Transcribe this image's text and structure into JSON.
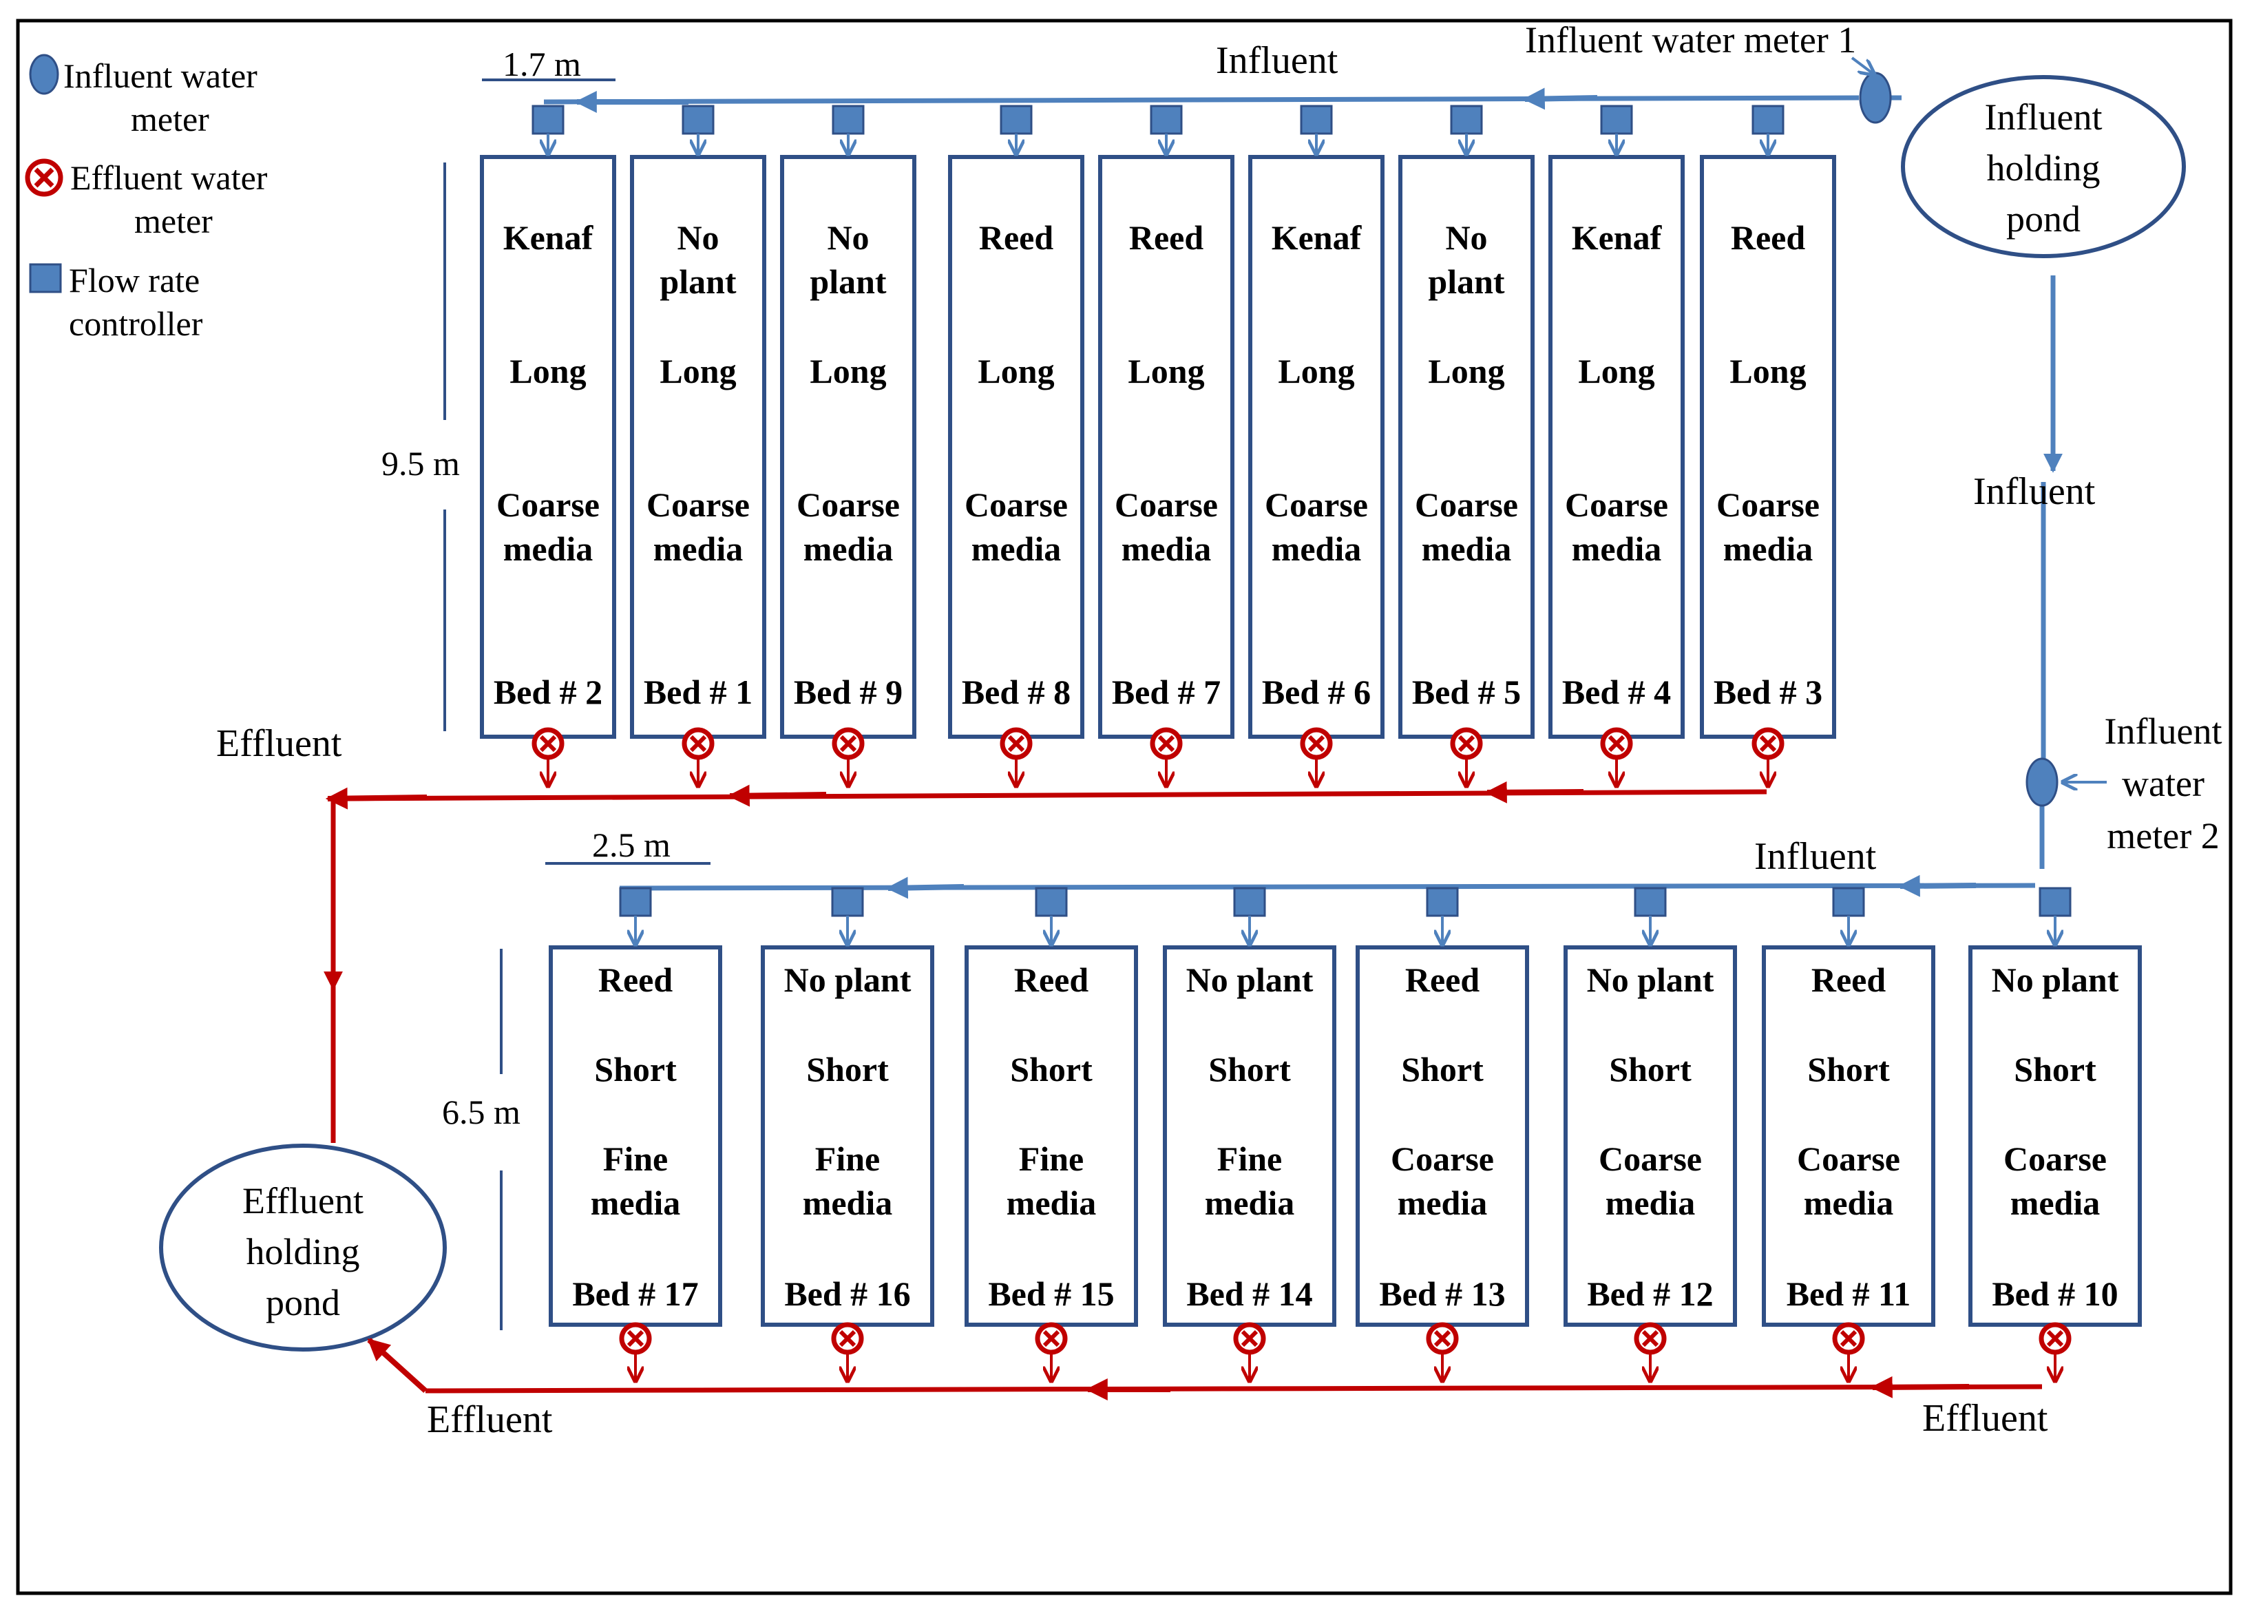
{
  "legend": {
    "influent_meter_lines": [
      "Influent water",
      "meter"
    ],
    "effluent_meter_lines": [
      "Effluent water",
      "meter"
    ],
    "flow_controller_lines": [
      "Flow rate",
      "controller"
    ]
  },
  "labels": {
    "influent": "Influent",
    "effluent": "Effluent",
    "influent_meter_1": "Influent water meter 1",
    "influent_meter_2_lines": [
      "Influent",
      "water",
      "meter 2"
    ],
    "influent_pond_lines": [
      "Influent",
      "holding",
      "pond"
    ],
    "effluent_pond_lines": [
      "Effluent",
      "holding",
      "pond"
    ],
    "dim_top_width": "1.7 m",
    "dim_top_length": "9.5 m",
    "dim_bottom_width": "2.5 m",
    "dim_bottom_length": "6.5 m"
  },
  "top_beds": [
    {
      "plant_lines": [
        "Kenaf"
      ],
      "length": "Long",
      "media_lines": [
        "Coarse",
        "media"
      ],
      "bed": "Bed # 2"
    },
    {
      "plant_lines": [
        "No",
        "plant"
      ],
      "length": "Long",
      "media_lines": [
        "Coarse",
        "media"
      ],
      "bed": "Bed # 1"
    },
    {
      "plant_lines": [
        "No",
        "plant"
      ],
      "length": "Long",
      "media_lines": [
        "Coarse",
        "media"
      ],
      "bed": "Bed # 9"
    },
    {
      "plant_lines": [
        "Reed"
      ],
      "length": "Long",
      "media_lines": [
        "Coarse",
        "media"
      ],
      "bed": "Bed # 8"
    },
    {
      "plant_lines": [
        "Reed"
      ],
      "length": "Long",
      "media_lines": [
        "Coarse",
        "media"
      ],
      "bed": "Bed # 7"
    },
    {
      "plant_lines": [
        "Kenaf"
      ],
      "length": "Long",
      "media_lines": [
        "Coarse",
        "media"
      ],
      "bed": "Bed # 6"
    },
    {
      "plant_lines": [
        "No",
        "plant"
      ],
      "length": "Long",
      "media_lines": [
        "Coarse",
        "media"
      ],
      "bed": "Bed # 5"
    },
    {
      "plant_lines": [
        "Kenaf"
      ],
      "length": "Long",
      "media_lines": [
        "Coarse",
        "media"
      ],
      "bed": "Bed # 4"
    },
    {
      "plant_lines": [
        "Reed"
      ],
      "length": "Long",
      "media_lines": [
        "Coarse",
        "media"
      ],
      "bed": "Bed # 3"
    }
  ],
  "bottom_beds": [
    {
      "plant_lines": [
        "Reed"
      ],
      "length": "Short",
      "media_lines": [
        "Fine",
        "media"
      ],
      "bed": "Bed # 17"
    },
    {
      "plant_lines": [
        "No plant"
      ],
      "length": "Short",
      "media_lines": [
        "Fine",
        "media"
      ],
      "bed": "Bed # 16"
    },
    {
      "plant_lines": [
        "Reed"
      ],
      "length": "Short",
      "media_lines": [
        "Fine",
        "media"
      ],
      "bed": "Bed # 15"
    },
    {
      "plant_lines": [
        "No plant"
      ],
      "length": "Short",
      "media_lines": [
        "Fine",
        "media"
      ],
      "bed": "Bed # 14"
    },
    {
      "plant_lines": [
        "Reed"
      ],
      "length": "Short",
      "media_lines": [
        "Coarse",
        "media"
      ],
      "bed": "Bed # 13"
    },
    {
      "plant_lines": [
        "No plant"
      ],
      "length": "Short",
      "media_lines": [
        "Coarse",
        "media"
      ],
      "bed": "Bed # 12"
    },
    {
      "plant_lines": [
        "Reed"
      ],
      "length": "Short",
      "media_lines": [
        "Coarse",
        "media"
      ],
      "bed": "Bed # 11"
    },
    {
      "plant_lines": [
        "No plant"
      ],
      "length": "Short",
      "media_lines": [
        "Coarse",
        "media"
      ],
      "bed": "Bed # 10"
    }
  ],
  "colors": {
    "influent": "#4f81bd",
    "effluent": "#c00000",
    "bed_border": "#2f4f86",
    "controller_fill": "#4f81bd",
    "controller_stroke": "#2f4f86"
  }
}
